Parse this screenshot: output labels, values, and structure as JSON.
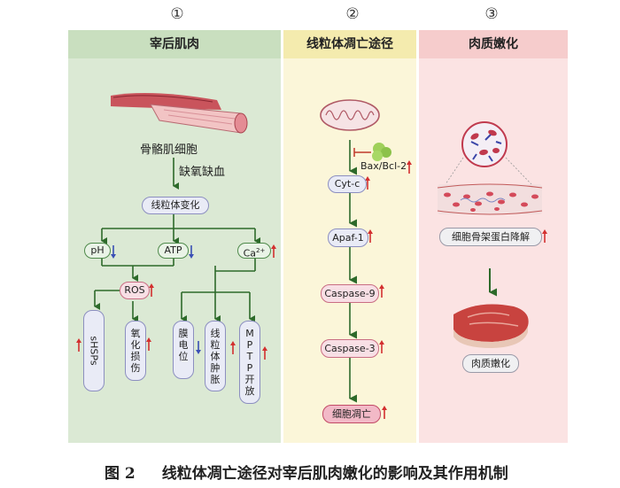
{
  "col_numbers": [
    "①",
    "②",
    "③"
  ],
  "headers": [
    "宰后肌肉",
    "线粒体凋亡途径",
    "肉质嫩化"
  ],
  "col1": {
    "muscle_cell_label": "骨骼肌细胞",
    "hypoxia_label": "缺氧缺血",
    "mito_change": "线粒体变化",
    "ph": "pH",
    "atp": "ATP",
    "ca_base": "Ca",
    "ca_sup": "2+",
    "ros": "ROS",
    "shsps": "sHSPs",
    "oxidative_damage": [
      "氧",
      "化",
      "损",
      "伤"
    ],
    "membrane_potential": [
      "膜",
      "电",
      "位"
    ],
    "mito_swelling": [
      "线",
      "粒",
      "体",
      "肿",
      "胀"
    ],
    "mptp_open": [
      "M",
      "P",
      "T",
      "P",
      "开",
      "放"
    ]
  },
  "col2": {
    "bax_bcl2": "Bax/Bcl-2",
    "cytc": "Cyt-c",
    "apaf1": "Apaf-1",
    "casp9": "Caspase-9",
    "casp3": "Caspase-3",
    "apoptosis": "细胞凋亡"
  },
  "col3": {
    "cytoskeleton": "细胞骨架蛋白降解",
    "tenderization": "肉质嫩化"
  },
  "caption": {
    "fig": "图 2",
    "text": "线粒体凋亡途径对宰后肌肉嫩化的影响及其作用机制"
  },
  "colors": {
    "panel1": "#dbe9d4",
    "panel1_header": "#c9dfbf",
    "panel2": "#fbf6d9",
    "panel2_header": "#f4ebae",
    "panel3": "#fbe3e3",
    "panel3_header": "#f6cccc",
    "arrow_green": "#2d6a2a",
    "indicator_up": "#d32f2f",
    "indicator_down": "#3a4fb5"
  }
}
